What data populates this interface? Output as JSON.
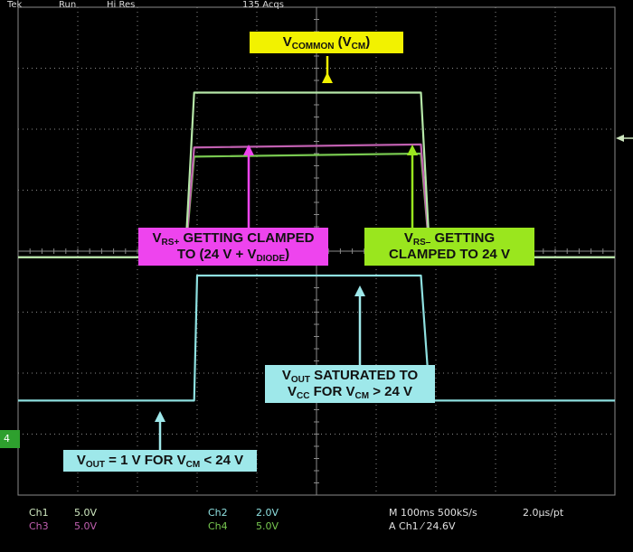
{
  "header": {
    "brand": "Tek",
    "run_state": "Run",
    "acq_mode": "Hi Res",
    "acquisitions": "135 Acqs"
  },
  "annotations": {
    "vcm": {
      "v": "V",
      "sub": "COMMON",
      "rest1": " (V",
      "sub2": "CM",
      "rest2": ")"
    },
    "vrs_plus": {
      "line1_v": "V",
      "line1_sub": "RS+",
      "line1_rest": " GETTING CLAMPED",
      "line2_pre": "TO (24 V + V",
      "line2_sub": "DIODE",
      "line2_post": ")"
    },
    "vrs_minus": {
      "line1_v": "V",
      "line1_sub": "RS–",
      "line1_rest": " GETTING",
      "line2": "CLAMPED TO 24 V"
    },
    "vout_sat": {
      "line1_v": "V",
      "line1_sub": "OUT",
      "line1_rest": " SATURATED TO",
      "line2_v": "V",
      "line2_sub": "CC",
      "line2_mid": " FOR V",
      "line2_sub2": "CM",
      "line2_post": " > 24 V"
    },
    "vout_low": {
      "v": "V",
      "sub": "OUT",
      "mid": " = 1 V FOR V",
      "sub2": "CM",
      "post": " < 24 V"
    }
  },
  "ground_marker": "4",
  "footer": {
    "ch1": "Ch1",
    "ch1_scale": "5.0V",
    "ch3": "Ch3",
    "ch3_scale": "5.0V",
    "ch2": "Ch2",
    "ch2_scale": "2.0V",
    "ch4": "Ch4",
    "ch4_scale": "5.0V",
    "timebase": "M 100ms 500kS/s",
    "per_point": "2.0µs/pt",
    "trigger": "A  Ch1  ⁄  24.6V"
  },
  "colors": {
    "background": "#000000",
    "grid": "#8a8a8a",
    "ch1_trace": "#b6e8a8",
    "ch2_trace": "#8ee0e0",
    "ch3_trace": "#c060b0",
    "ch4_trace": "#78c850",
    "vcm_box": "#f2f200",
    "vrs_plus_box": "#ee44ee",
    "vrs_minus_box": "#9ae61e",
    "vout_box": "#9ee8ea"
  },
  "chart_data": {
    "type": "line",
    "xlabel": "",
    "ylabel": "",
    "grid": true,
    "x_divisions": 10,
    "y_divisions": 8,
    "series": [
      {
        "name": "",
        "channel": "Ch1",
        "x": [
          0,
          2.8,
          2.95,
          6.75,
          6.9,
          10
        ],
        "y": [
          -0.1,
          -0.1,
          2.6,
          2.6,
          -0.1,
          -0.1
        ]
      },
      {
        "name": "",
        "channel": "Ch3",
        "x": [
          0,
          2.8,
          2.95,
          6.75,
          6.9,
          10
        ],
        "y": [
          -0.1,
          -0.1,
          1.7,
          1.75,
          -0.1,
          -0.1
        ]
      },
      {
        "name": "",
        "channel": "Ch4",
        "x": [
          0,
          2.8,
          2.95,
          6.75,
          6.9,
          10
        ],
        "y": [
          -0.1,
          -0.1,
          1.55,
          1.6,
          -0.1,
          -0.1
        ]
      },
      {
        "name": "",
        "channel": "Ch2",
        "x": [
          0,
          2.95,
          3.0,
          6.75,
          6.9,
          10
        ],
        "y": [
          -2.45,
          -2.45,
          -0.4,
          -0.4,
          -2.45,
          -2.45
        ]
      }
    ]
  }
}
